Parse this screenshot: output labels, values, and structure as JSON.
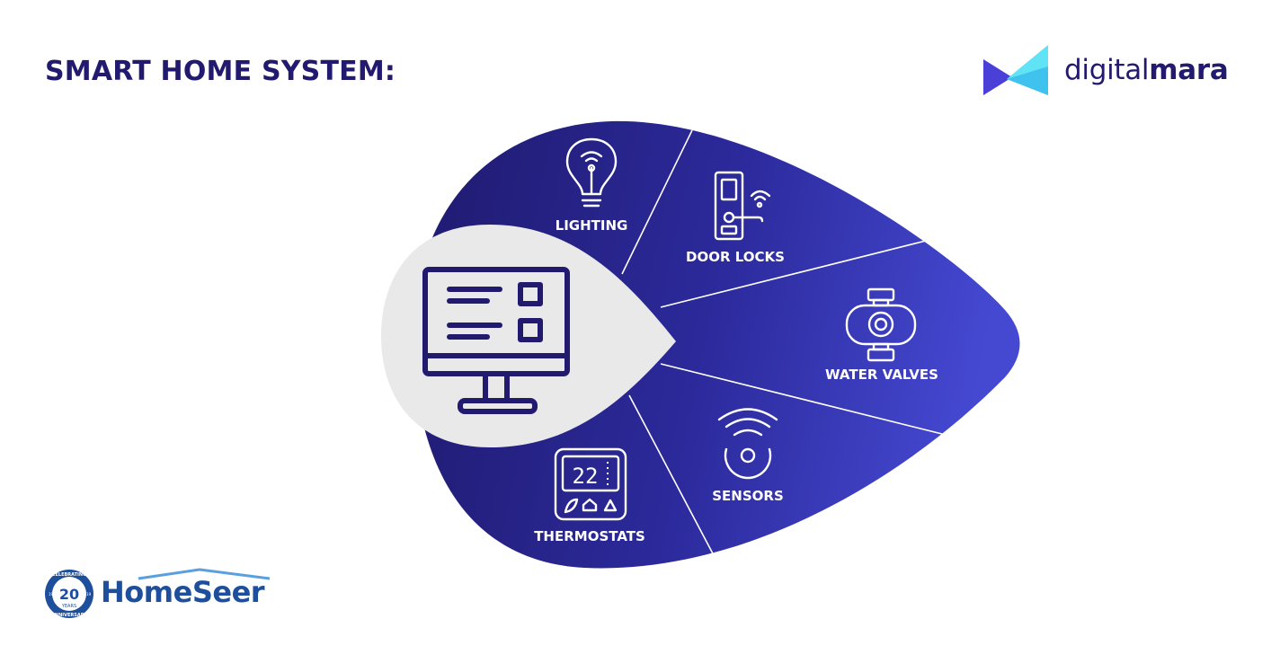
{
  "title": "SMART HOME SYSTEM:",
  "brand": {
    "part1": "digital",
    "part2": "mara"
  },
  "segments": {
    "lighting": "LIGHTING",
    "door_locks": "DOOR LOCKS",
    "water_valves": "WATER VALVES",
    "sensors": "SENSORS",
    "thermostats": "THERMOSTATS"
  },
  "thermostat_display": "22",
  "partner": {
    "name": "HomeSeer",
    "badge_number": "20",
    "badge_top": "CELEBRATING",
    "badge_bottom": "ANNIVERSARY",
    "badge_years": "YEARS",
    "badge_from": "1999",
    "badge_to": "2019"
  },
  "colors": {
    "dark_navy": "#221a6e",
    "gradient_start": "#1f1a6e",
    "gradient_end": "#4549d2",
    "hub_gray": "#e9e9ea",
    "brand_cyan": "#5fe3f5",
    "brand_violet": "#4a3fd6",
    "partner_blue": "#1e4f9c"
  }
}
